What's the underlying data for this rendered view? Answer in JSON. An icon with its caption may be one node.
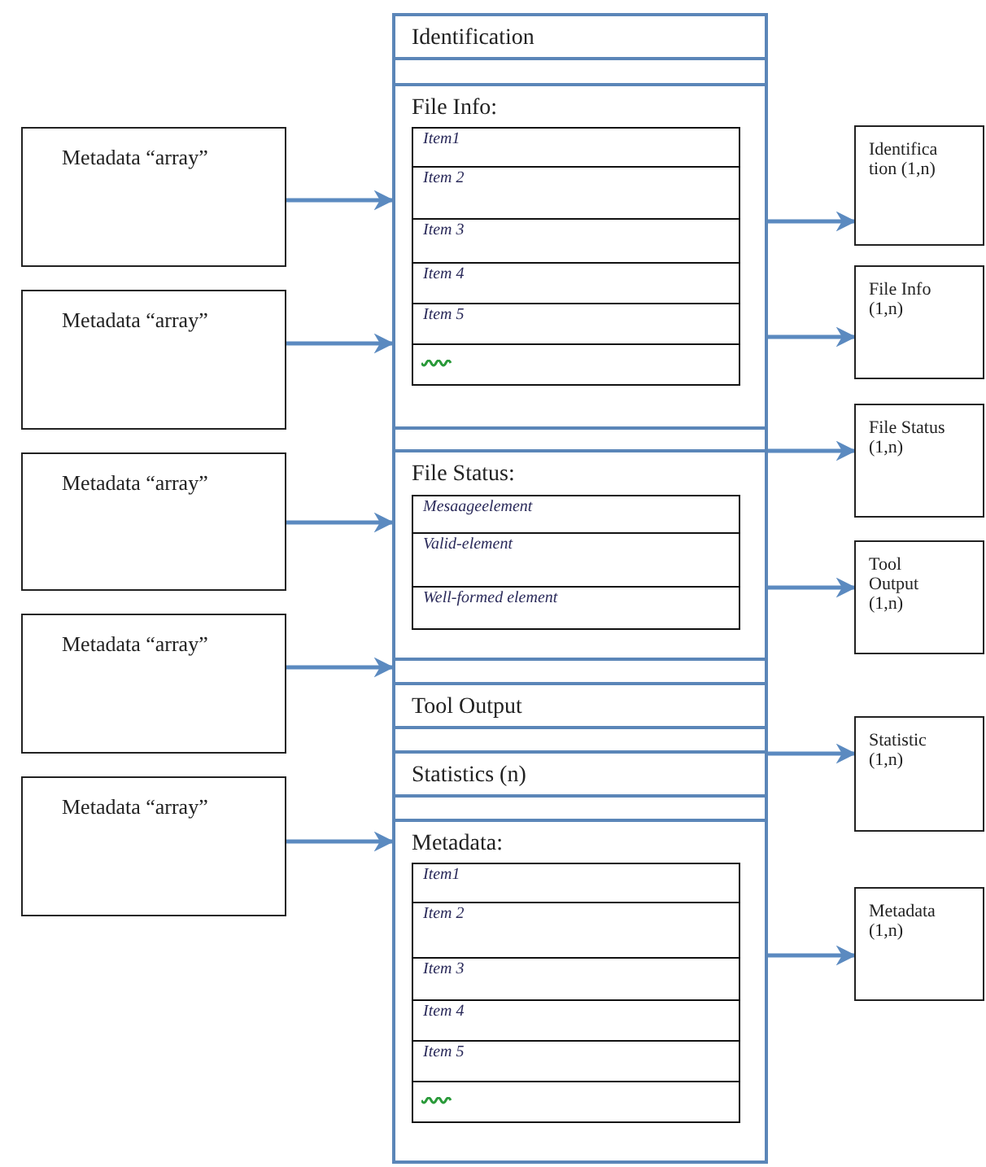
{
  "diagram": {
    "nodes": [
      {
        "text": [],
        "shape": "box"
      },
      {
        "text": [
          "Identification"
        ],
        "in": 0
      },
      {
        "text": [
          "File Info:"
        ],
        "in": 0
      },
      {
        "text": [
          "Item1"
        ],
        "in": 2
      },
      {
        "text": [
          "Item 2"
        ],
        "in": 2
      },
      {
        "text": [
          "Item 3"
        ],
        "in": 2
      },
      {
        "text": [
          "Item 4"
        ],
        "in": 2
      },
      {
        "text": [
          "Item 5"
        ],
        "in": 2
      },
      {
        "text": [],
        "shape": "box",
        "in": 2
      },
      {
        "text": [
          "File Status:"
        ],
        "in": 0
      },
      {
        "text": [
          "Mesaageelement"
        ],
        "in": 9
      },
      {
        "text": [
          "Valid-element"
        ],
        "in": 9
      },
      {
        "text": [
          "Well-formed element"
        ],
        "in": 9
      },
      {
        "text": [
          "Tool Output"
        ],
        "in": 0
      },
      {
        "text": [
          "Statistics (n)"
        ],
        "in": 0
      },
      {
        "text": [
          "Metadata:"
        ],
        "in": 0
      },
      {
        "text": [
          "Item1"
        ],
        "in": 15
      },
      {
        "text": [
          "Item 2"
        ],
        "in": 15
      },
      {
        "text": [
          "Item 3"
        ],
        "in": 15
      },
      {
        "text": [
          "Item 4"
        ],
        "in": 15
      },
      {
        "text": [
          "Item 5"
        ],
        "in": 15
      },
      {
        "text": [],
        "shape": "box",
        "in": 15
      },
      {
        "text": [
          "Metadata “array”"
        ]
      },
      {
        "text": [
          "Metadata “array”"
        ]
      },
      {
        "text": [
          "Metadata “array”"
        ]
      },
      {
        "text": [
          "Metadata “array”"
        ]
      },
      {
        "text": [
          "Metadata “array”"
        ]
      },
      {
        "text": [
          "Identifica tion (1,n)"
        ]
      },
      {
        "text": [
          "File Info (1,n)"
        ]
      },
      {
        "text": [
          "File Status (1,n)"
        ]
      },
      {
        "text": [
          "Tool Output (1,n)"
        ]
      },
      {
        "text": [
          "Statistic (1,n)"
        ]
      },
      {
        "text": [
          "Metadata (1,n)"
        ]
      }
    ],
    "edges": [
      {
        "from": 22,
        "to": 2,
        "arrow": "to"
      },
      {
        "from": 23,
        "to": 2,
        "arrow": "to"
      },
      {
        "from": 24,
        "to": 9,
        "arrow": "to"
      },
      {
        "from": 25,
        "to": 0,
        "arrow": "to"
      },
      {
        "from": 26,
        "to": 15,
        "arrow": "to"
      },
      {
        "from": 0,
        "to": 27,
        "arrow": "to"
      },
      {
        "from": 0,
        "to": 28,
        "arrow": "to"
      },
      {
        "from": 0,
        "to": 29,
        "arrow": "to"
      },
      {
        "from": 0,
        "to": 30,
        "arrow": "to"
      },
      {
        "from": 0,
        "to": 31,
        "arrow": "to"
      },
      {
        "from": 0,
        "to": 32,
        "arrow": "to"
      }
    ]
  }
}
